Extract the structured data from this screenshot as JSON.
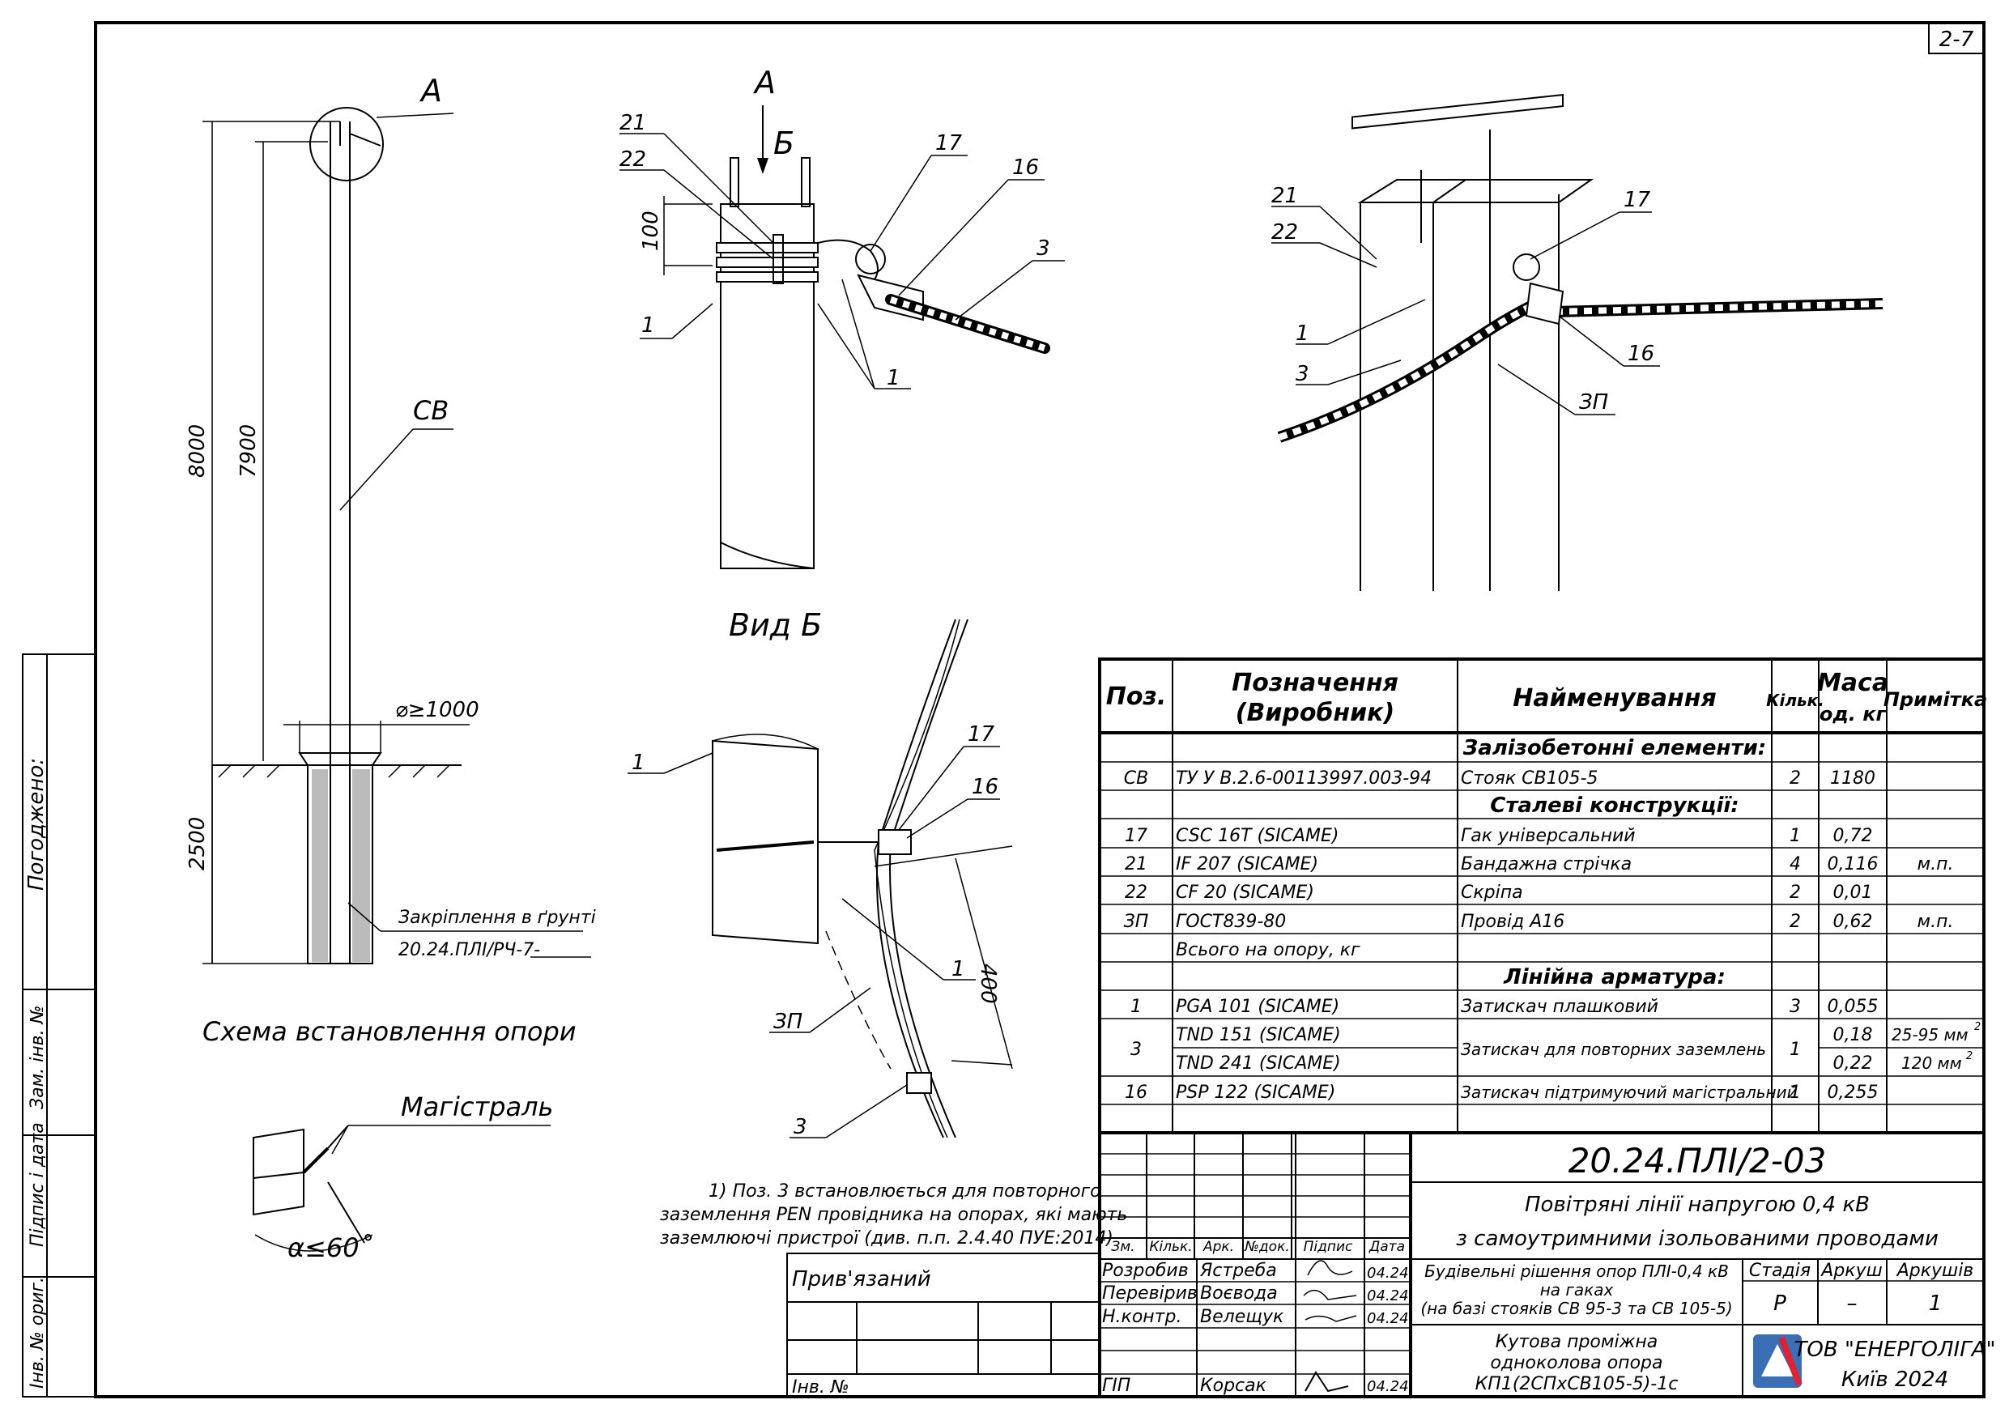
{
  "sheet_number": "2-7",
  "left_strip": {
    "agreed": "Погоджено:",
    "replace_inv": "Зам. інв. №",
    "sign_date": "Підпис і дата",
    "inv_orig": "Інв. № ориг."
  },
  "scheme": {
    "view_a_label": "А",
    "dim_8000": "8000",
    "dim_7900": "7900",
    "dim_2500": "2500",
    "pole_label": "СВ",
    "diameter": "⌀≥1000",
    "ground_fix": "Закріплення в ґрунті",
    "ground_ref": "20.24.ПЛІ/РЧ-7-",
    "caption": "Схема встановлення опори"
  },
  "angle_diagram": {
    "main_line": "Магістраль",
    "angle": "α≤60˚"
  },
  "detail_a": {
    "view_a": "А",
    "view_b_arrow": "Б",
    "dim_100": "100",
    "pos_21": "21",
    "pos_22": "22",
    "pos_17": "17",
    "pos_16": "16",
    "pos_3": "3",
    "pos_1a": "1",
    "pos_1b": "1"
  },
  "iso_view": {
    "pos_21": "21",
    "pos_22": "22",
    "pos_17": "17",
    "pos_1": "1",
    "pos_3": "3",
    "pos_16": "16",
    "pos_3p": "ЗП"
  },
  "view_b": {
    "title": "Вид Б",
    "pos_1a": "1",
    "pos_17": "17",
    "pos_16": "16",
    "dim_400": "400",
    "pos_1b": "1",
    "pos_3p": "ЗП",
    "pos_3": "3"
  },
  "footnote": {
    "line1": "1) Поз. 3 встановлюється для повторного",
    "line2": "заземлення PEN провідника на опорах, які мають",
    "line3": "заземлюючі пристрої (див. п.п. 2.4.40 ПУЕ:2014)"
  },
  "spec_table": {
    "headers": {
      "pos": "Поз.",
      "designation1": "Позначення",
      "designation2": "(Виробник)",
      "name": "Найменування",
      "qty": "Кільк.",
      "mass1": "Маса",
      "mass2": "од. кг",
      "note": "Примітка"
    },
    "sections": {
      "concrete": "Залізобетонні елементи:",
      "steel": "Сталеві конструкції:",
      "fittings": "Лінійна арматура:"
    },
    "rows_concrete": [
      {
        "pos": "СВ",
        "designation": "ТУ У В.2.6-00113997.003-94",
        "name": "Стояк СВ105-5",
        "qty": "2",
        "mass": "1180",
        "note": ""
      }
    ],
    "rows_steel": [
      {
        "pos": "17",
        "designation": "CSC 16T   (SICAME)",
        "name": "Гак універсальний",
        "qty": "1",
        "mass": "0,72",
        "note": ""
      },
      {
        "pos": "21",
        "designation": "IF 207   (SICAME)",
        "name": "Бандажна стрічка",
        "qty": "4",
        "mass": "0,116",
        "note": "м.п."
      },
      {
        "pos": "22",
        "designation": "CF 20   (SICAME)",
        "name": "Скріпа",
        "qty": "2",
        "mass": "0,01",
        "note": ""
      },
      {
        "pos": "ЗП",
        "designation": "ГОСТ839-80",
        "name": "Провід А16",
        "qty": "2",
        "mass": "0,62",
        "note": "м.п."
      },
      {
        "pos": "",
        "designation": "Всього на опору, кг",
        "name": "",
        "qty": "",
        "mass": "",
        "note": ""
      }
    ],
    "rows_fittings": [
      {
        "pos": "1",
        "designation": "PGA  101   (SICAME)",
        "name": "Затискач плашковий",
        "qty": "3",
        "mass": "0,055",
        "note": ""
      }
    ],
    "row_3": {
      "pos": "3",
      "designation_a": "TND  151   (SICAME)",
      "designation_b": "TND  241   (SICAME)",
      "name": "Затискач для повторних заземлень",
      "qty": "1",
      "mass_a": "0,18",
      "mass_b": "0,22",
      "note_a": "25-95 мм",
      "note_b": "120 мм",
      "sup": "2"
    },
    "row_16": {
      "pos": "16",
      "designation": "PSP  122   (SICAME)",
      "name": "Затискач підтримуючий магістральний",
      "qty": "1",
      "mass": "0,255",
      "note": ""
    }
  },
  "title_block": {
    "doc_code": "20.24.ПЛІ/2-03",
    "project1": "Повітряні лінії напругою 0,4 кВ",
    "project2": "з самоутримними ізольованими проводами",
    "tied": "Прив'язаний",
    "inv_no": "Інв. №",
    "cols": {
      "zm": "Зм.",
      "kilk": "Кільк.",
      "ark": "Арк.",
      "ndok": "№док.",
      "pidpys": "Підпис",
      "data": "Дата"
    },
    "people": [
      {
        "role": "Розробив",
        "name": "Ястреба",
        "date": "04.24"
      },
      {
        "role": "Перевірив",
        "name": "Воєвода",
        "date": "04.24"
      },
      {
        "role": "Н.контр.",
        "name": "Велещук",
        "date": "04.24"
      },
      {
        "role": "ГІП",
        "name": "Корсак",
        "date": "04.24"
      }
    ],
    "section1": "Будівельні рішення опор ПЛІ-0,4 кВ",
    "section2": "на гаках",
    "section3": "(на базі стояків СВ 95-3 та СВ 105-5)",
    "stage_h": "Стадія",
    "sheet_h": "Аркуш",
    "sheets_h": "Аркушів",
    "stage": "Р",
    "sheet": "–",
    "sheets": "1",
    "support1": "Кутова проміжна",
    "support2": "одноколова опора",
    "support3": "КП1(2СПхСВ105-5)-1с",
    "company": "ТОВ \"ЕНЕРГОЛІГА\"",
    "city": "Київ 2024"
  }
}
